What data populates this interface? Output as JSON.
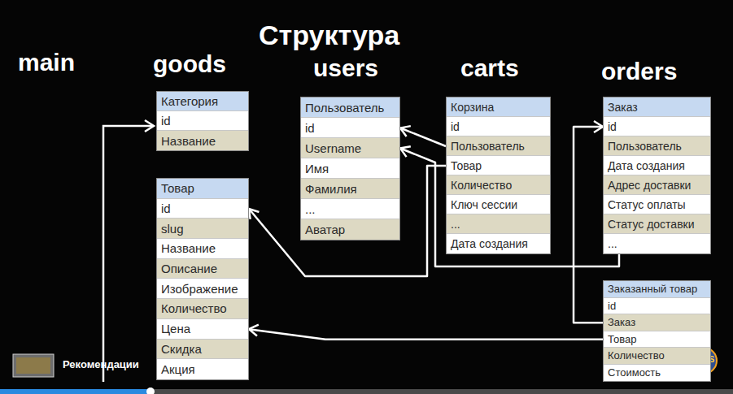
{
  "diagram": {
    "title": "Структура",
    "nodes": [
      {
        "text": [
          "Категория",
          "id",
          "Название"
        ]
      },
      {
        "text": [
          "Товар",
          "id",
          "slug",
          "Название",
          "Описание",
          "Изображение",
          "Количество",
          "Цена",
          "Скидка",
          "Акция"
        ]
      },
      {
        "text": [
          "Пользователь",
          "id",
          "Username",
          "Имя",
          "Фамилия",
          "...",
          "Аватар"
        ]
      },
      {
        "text": [
          "Корзина",
          "id",
          "Пользователь",
          "Товар",
          "Количество",
          "Ключ сессии",
          "...",
          "Дата создания"
        ]
      },
      {
        "text": [
          "Заказ",
          "id",
          "Пользователь",
          "Дата создания",
          "Адрес доставки",
          "Статус оплаты",
          "Статус доставки",
          "..."
        ]
      },
      {
        "text": [
          "Заказанный товар",
          "id",
          "Заказ",
          "Товар",
          "Количество",
          "Стоимость"
        ]
      }
    ],
    "edges": [
      {
        "from": 3,
        "to": 2,
        "arrow": "to"
      },
      {
        "from": 3,
        "to": 1,
        "arrow": "to"
      },
      {
        "from": 4,
        "to": 2,
        "arrow": "to"
      },
      {
        "from": 5,
        "to": 4,
        "arrow": "to"
      },
      {
        "from": 5,
        "to": 1,
        "arrow": "to"
      }
    ],
    "labels": [
      "main",
      "goods",
      "users",
      "carts",
      "orders",
      "Рекомендации",
      "PyHS"
    ]
  }
}
